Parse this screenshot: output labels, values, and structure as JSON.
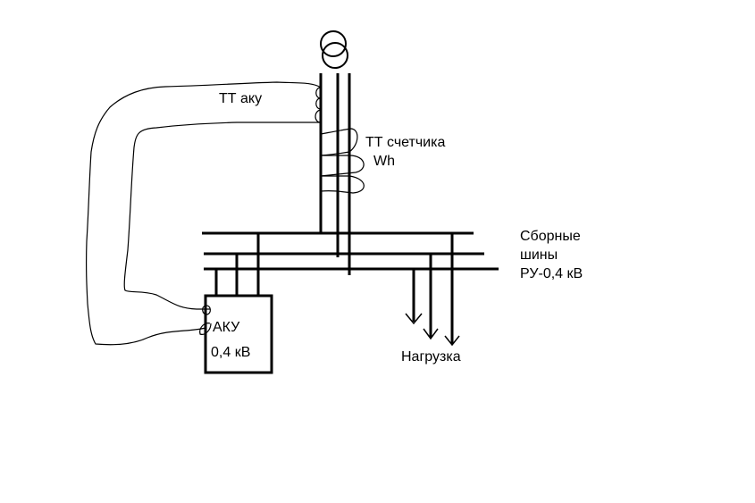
{
  "colors": {
    "background": "#ffffff",
    "ink": "#000000"
  },
  "labels": {
    "ct_compensator": "ТТ аку",
    "ct_meter_line1": "ТТ счетчика",
    "ct_meter_line2": "Wh",
    "busbars_line1": "Сборные",
    "busbars_line2": "шины",
    "busbars_line3": "РУ-0,4 кВ",
    "compensator_line1": "АКУ",
    "compensator_line2": "0,4 кВ",
    "load": "Нагрузка"
  },
  "components": {
    "transformer": {
      "symbol": "two-winding-transformer",
      "phases": 3
    },
    "busbars": {
      "count": 3
    },
    "compensator_taps": 3,
    "load_feeders": 3,
    "ct_compensator_turns": 3,
    "ct_meter_turns": 3
  }
}
